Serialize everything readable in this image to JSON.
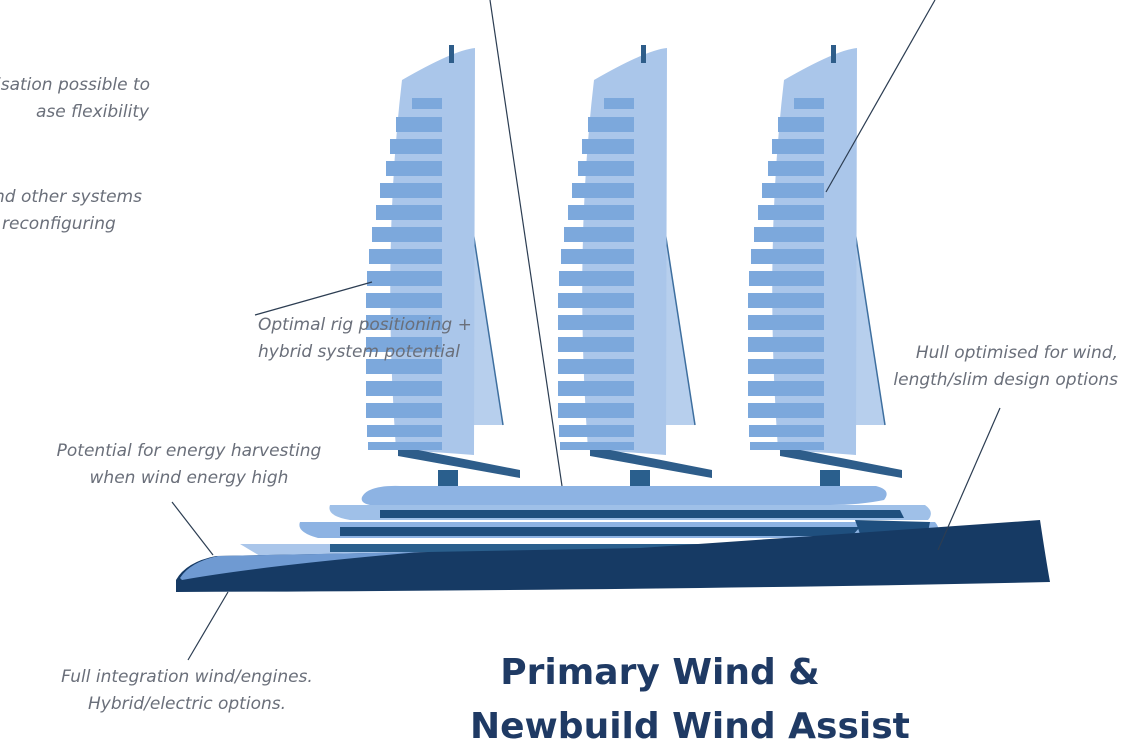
{
  "annotations": {
    "flexibility": [
      "isation possible to",
      "ase flexibility"
    ],
    "systems": [
      "nd other systems",
      "reconfiguring"
    ],
    "rig": [
      "Optimal rig positioning +",
      "hybrid system potential"
    ],
    "hull": [
      "Hull optimised for wind,",
      "length/slim design options"
    ],
    "energy": [
      "Potential for energy harvesting",
      "when wind energy high"
    ],
    "integration": [
      "Full integration wind/engines.",
      "Hybrid/electric options."
    ]
  },
  "title": [
    "Primary Wind &",
    "Newbuild Wind Assist"
  ],
  "colors": {
    "sail_light": "#aac6ea",
    "sail_panel": "#7ca8dc",
    "jib": "#b7cfed",
    "mast_dark": "#2e5d8a",
    "hull_dark": "#163a64",
    "deck_mid": "#6f9ad2",
    "deck_dark": "#1f4f7e",
    "line": "#2c3d52",
    "title": "#1f3a64"
  }
}
